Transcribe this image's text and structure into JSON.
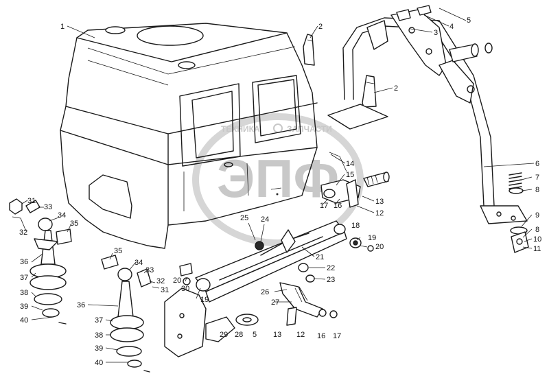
{
  "watermark": {
    "line1_left": "ТЕХНИКА",
    "line1_right": "ЗАПЧАСТИ",
    "logo_text": "ЭПФ",
    "color": "#c8c8c8"
  },
  "callouts": [
    {
      "id": "c1",
      "text": "1"
    },
    {
      "id": "c2a",
      "text": "2"
    },
    {
      "id": "c2b",
      "text": "2"
    },
    {
      "id": "c3",
      "text": "3"
    },
    {
      "id": "c4",
      "text": "4"
    },
    {
      "id": "c5a",
      "text": "5"
    },
    {
      "id": "c6",
      "text": "6"
    },
    {
      "id": "c7",
      "text": "7"
    },
    {
      "id": "c8a",
      "text": "8"
    },
    {
      "id": "c9",
      "text": "9"
    },
    {
      "id": "c8b",
      "text": "8"
    },
    {
      "id": "c10",
      "text": "10"
    },
    {
      "id": "c11",
      "text": "11"
    },
    {
      "id": "c14",
      "text": "14"
    },
    {
      "id": "c15",
      "text": "15"
    },
    {
      "id": "c13a",
      "text": "13"
    },
    {
      "id": "c12a",
      "text": "12"
    },
    {
      "id": "c17a",
      "text": "17"
    },
    {
      "id": "c16a",
      "text": "16"
    },
    {
      "id": "c18",
      "text": "18"
    },
    {
      "id": "c19",
      "text": "19"
    },
    {
      "id": "c20a",
      "text": "20"
    },
    {
      "id": "c21",
      "text": "21"
    },
    {
      "id": "c22",
      "text": "22"
    },
    {
      "id": "c23",
      "text": "23"
    },
    {
      "id": "c24",
      "text": "24"
    },
    {
      "id": "c25",
      "text": "25"
    },
    {
      "id": "c26",
      "text": "26"
    },
    {
      "id": "c27",
      "text": "27"
    },
    {
      "id": "c13b",
      "text": "13"
    },
    {
      "id": "c12b",
      "text": "12"
    },
    {
      "id": "c16b",
      "text": "16"
    },
    {
      "id": "c17b",
      "text": "17"
    },
    {
      "id": "c28",
      "text": "28"
    },
    {
      "id": "c5b",
      "text": "5"
    },
    {
      "id": "c29",
      "text": "29"
    },
    {
      "id": "c19b",
      "text": "19"
    },
    {
      "id": "c30",
      "text": "30"
    },
    {
      "id": "c20b",
      "text": "20"
    },
    {
      "id": "c31a",
      "text": "31"
    },
    {
      "id": "c33a",
      "text": "33"
    },
    {
      "id": "c32a",
      "text": "32"
    },
    {
      "id": "c34a",
      "text": "34"
    },
    {
      "id": "c35a",
      "text": "35"
    },
    {
      "id": "c36a",
      "text": "36"
    },
    {
      "id": "c37a",
      "text": "37"
    },
    {
      "id": "c38a",
      "text": "38"
    },
    {
      "id": "c39a",
      "text": "39"
    },
    {
      "id": "c40a",
      "text": "40"
    },
    {
      "id": "c35b",
      "text": "35"
    },
    {
      "id": "c34b",
      "text": "34"
    },
    {
      "id": "c33b",
      "text": "33"
    },
    {
      "id": "c32b",
      "text": "32"
    },
    {
      "id": "c31b",
      "text": "31"
    },
    {
      "id": "c36b",
      "text": "36"
    },
    {
      "id": "c37b",
      "text": "37"
    },
    {
      "id": "c38b",
      "text": "38"
    },
    {
      "id": "c39b",
      "text": "39"
    },
    {
      "id": "c40b",
      "text": "40"
    }
  ]
}
